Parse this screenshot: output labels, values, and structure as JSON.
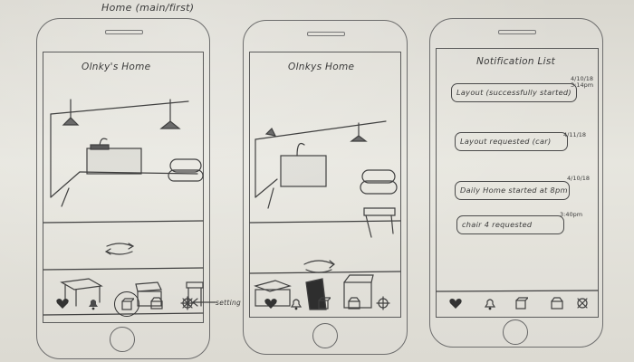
{
  "sheet": {
    "label": "Home (main/first)"
  },
  "screens": [
    {
      "id": "home-1",
      "title": "Olnky's Home",
      "annotation": "setting"
    },
    {
      "id": "home-2",
      "title": "Olnkys Home"
    },
    {
      "id": "notifications",
      "title": "Notification List",
      "items": [
        {
          "text": "Layout (successfully started)",
          "time": "4/10/18 3:14pm"
        },
        {
          "text": "Layout requested (car)",
          "time": "4/11/18"
        },
        {
          "text": "Daily Home started at 8pm",
          "time": "4/10/18"
        },
        {
          "text": "chair 4 requested",
          "time": "3:40pm"
        }
      ]
    }
  ],
  "tab_icons": [
    "heart-icon",
    "bell-icon",
    "box-icon",
    "package-icon",
    "gear-icon"
  ]
}
